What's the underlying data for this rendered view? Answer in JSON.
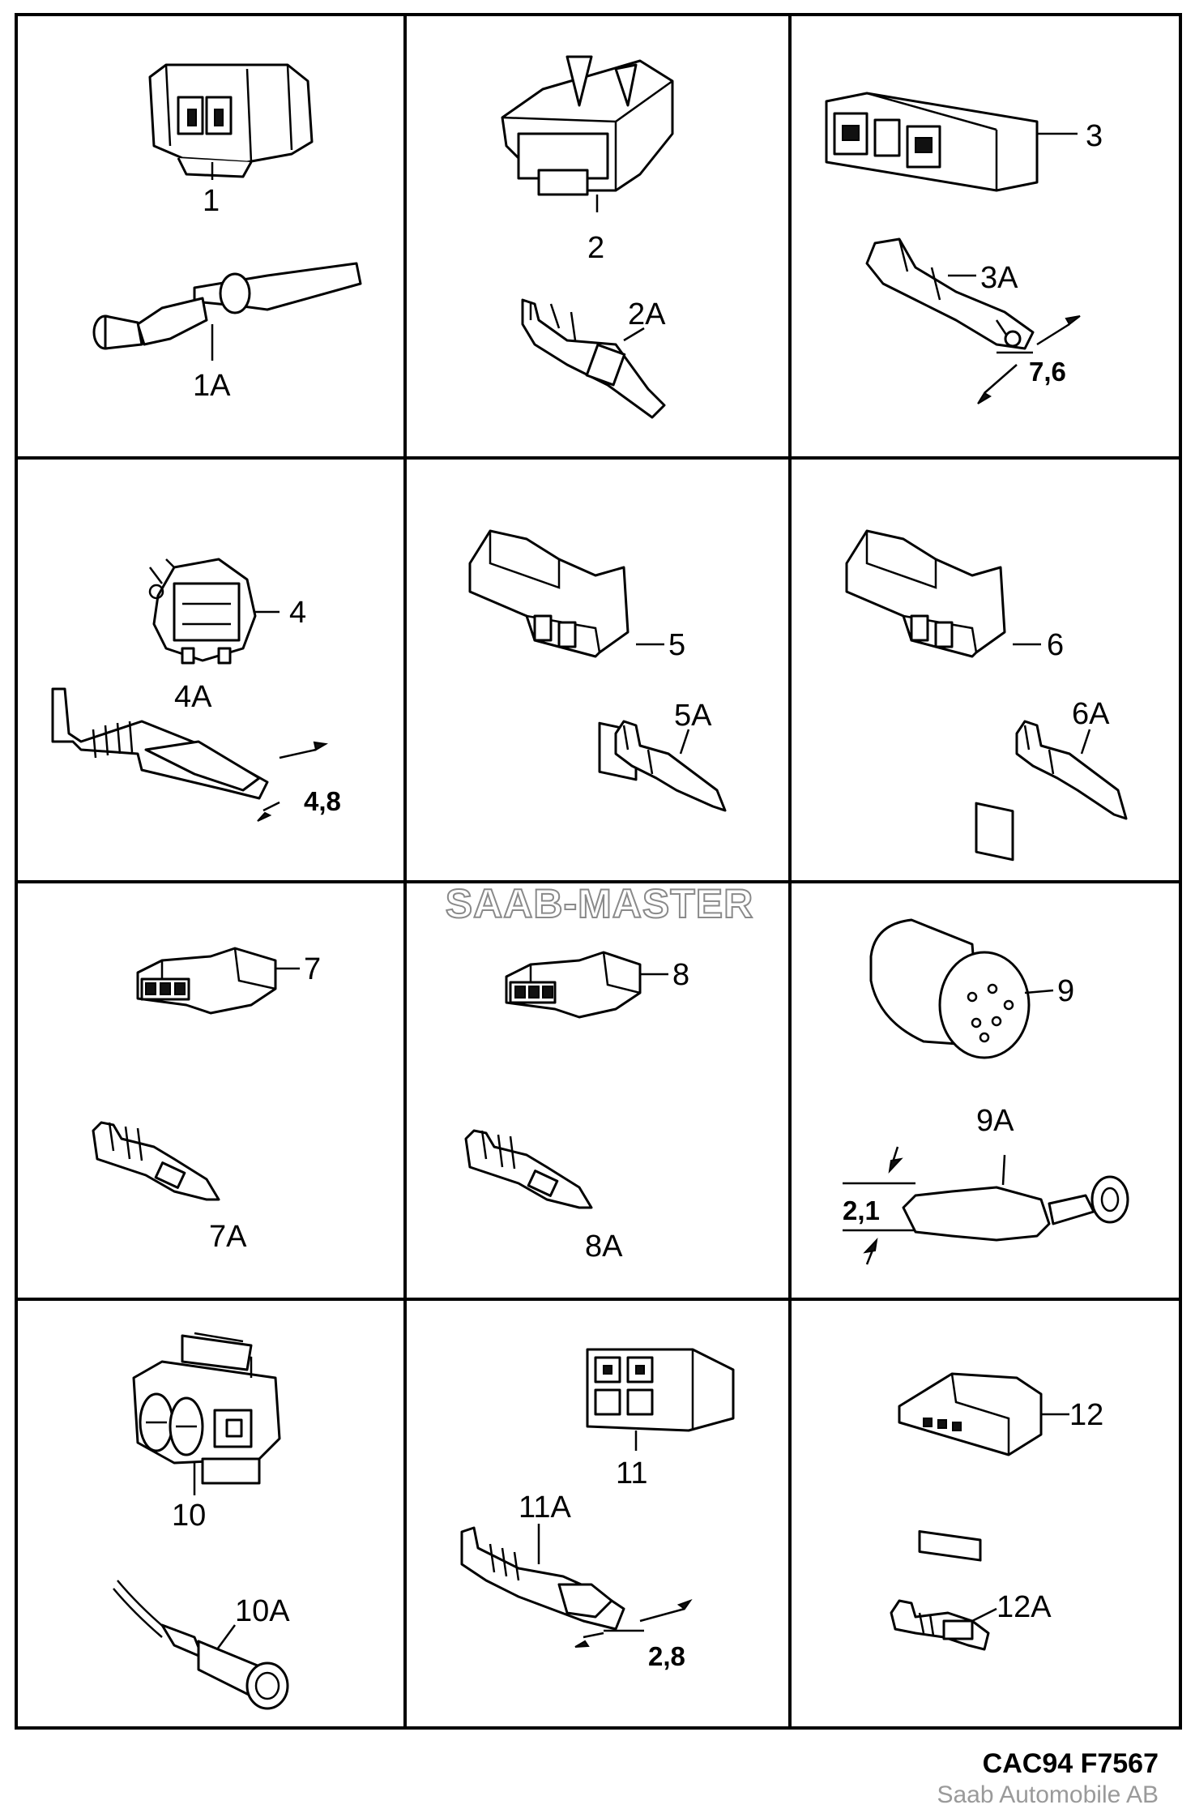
{
  "cells": [
    {
      "id": "1",
      "labels": [
        "1",
        "1A"
      ]
    },
    {
      "id": "2",
      "labels": [
        "2",
        "2A"
      ]
    },
    {
      "id": "3",
      "labels": [
        "3",
        "3A"
      ],
      "dimension": "7,6"
    },
    {
      "id": "4",
      "labels": [
        "4",
        "4A"
      ],
      "dimension": "4,8"
    },
    {
      "id": "5",
      "labels": [
        "5",
        "5A"
      ]
    },
    {
      "id": "6",
      "labels": [
        "6",
        "6A"
      ]
    },
    {
      "id": "7",
      "labels": [
        "7",
        "7A"
      ]
    },
    {
      "id": "8",
      "labels": [
        "8",
        "8A"
      ]
    },
    {
      "id": "9",
      "labels": [
        "9",
        "9A"
      ],
      "dimension": "2,1"
    },
    {
      "id": "10",
      "labels": [
        "10",
        "10A"
      ]
    },
    {
      "id": "11",
      "labels": [
        "11",
        "11A"
      ],
      "dimension": "2,8"
    },
    {
      "id": "12",
      "labels": [
        "12",
        "12A"
      ]
    }
  ],
  "watermark": "SAAB-MASTER",
  "figure_code": "CAC94  F7567",
  "copyright": "Saab Automobile AB"
}
